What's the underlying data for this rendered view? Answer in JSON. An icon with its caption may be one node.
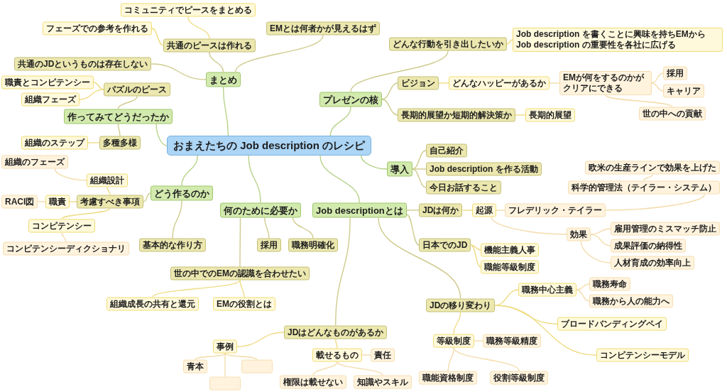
{
  "diagram": {
    "nodes": [
      {
        "text": [
          "おまえたちの Job description のレシピ"
        ]
      },
      {
        "text": [
          "まとめ"
        ]
      },
      {
        "text": [
          "共通のJDというものは存在しない"
        ]
      },
      {
        "text": [
          "共通のピースは作れる"
        ]
      },
      {
        "text": [
          "コミュニティでピースをまとめる"
        ]
      },
      {
        "text": [
          "フェーズでの参考を作れる"
        ]
      },
      {
        "text": [
          "EMとは何者かが見えるはず"
        ]
      },
      {
        "text": [
          "作ってみてどうだったか"
        ]
      },
      {
        "text": [
          "パズルのピース"
        ]
      },
      {
        "text": [
          "職責とコンピテンシー"
        ]
      },
      {
        "text": [
          "組織フェーズ"
        ]
      },
      {
        "text": [
          "多種多様"
        ]
      },
      {
        "text": [
          "組織のステップ"
        ]
      },
      {
        "text": [
          "どう作るのか"
        ]
      },
      {
        "text": [
          "考慮すべき事項"
        ]
      },
      {
        "text": [
          "組織設計"
        ]
      },
      {
        "text": [
          "組織のフェーズ"
        ]
      },
      {
        "text": [
          "職責"
        ]
      },
      {
        "text": [
          "RACI図"
        ]
      },
      {
        "text": [
          "コンピテンシー"
        ]
      },
      {
        "text": [
          "コンピテンシーディクショナリ"
        ]
      },
      {
        "text": [
          "基本的な作り方"
        ]
      },
      {
        "text": [
          "何のために必要か"
        ]
      },
      {
        "text": [
          "採用"
        ]
      },
      {
        "text": [
          "職務明確化"
        ]
      },
      {
        "text": [
          "世の中でのEMの認識を合わせたい"
        ]
      },
      {
        "text": [
          "組織成長の共有と還元"
        ]
      },
      {
        "text": [
          "EMの役割とは"
        ]
      },
      {
        "text": [
          "プレゼンの核"
        ]
      },
      {
        "text": [
          "どんな行動を引き出したいか"
        ]
      },
      {
        "text": [
          "Job description を書くことに興味を持ちEMから Job description の重要性を各社に広げる"
        ]
      },
      {
        "text": [
          "ビジョン"
        ]
      },
      {
        "text": [
          "どんなハッピーがあるか"
        ]
      },
      {
        "text": [
          "EMが何をするのかがクリアにできる"
        ]
      },
      {
        "text": [
          "採用"
        ]
      },
      {
        "text": [
          "キャリア"
        ]
      },
      {
        "text": [
          "世の中への貢献"
        ]
      },
      {
        "text": [
          "長期的展望か短期的解決策か"
        ]
      },
      {
        "text": [
          "長期的展望"
        ]
      },
      {
        "text": [
          "導入"
        ]
      },
      {
        "text": [
          "自己紹介"
        ]
      },
      {
        "text": [
          "Job description を作る活動"
        ]
      },
      {
        "text": [
          "今日お話すること"
        ]
      },
      {
        "text": [
          "Job descriptionとは"
        ]
      },
      {
        "text": [
          "JDは何か"
        ]
      },
      {
        "text": [
          "起源"
        ]
      },
      {
        "text": [
          "フレデリック・テイラー"
        ]
      },
      {
        "text": [
          "科学的管理法（テイラー・システム）"
        ]
      },
      {
        "text": [
          "欧米の生産ラインで効果を上げた"
        ]
      },
      {
        "text": [
          "効果"
        ]
      },
      {
        "text": [
          "雇用管理のミスマッチ防止"
        ]
      },
      {
        "text": [
          "成果評価の納得性"
        ]
      },
      {
        "text": [
          "人材育成の効率向上"
        ]
      },
      {
        "text": [
          "日本でのJD"
        ]
      },
      {
        "text": [
          "機能主義人事"
        ]
      },
      {
        "text": [
          "職能等級制度"
        ]
      },
      {
        "text": [
          "JDはどんなものがあるか"
        ]
      },
      {
        "text": [
          "事例"
        ]
      },
      {
        "text": [
          "青本"
        ]
      },
      {
        "text": [],
        "shape": "box"
      },
      {
        "text": [],
        "shape": "box"
      },
      {
        "text": [
          "載せるもの"
        ]
      },
      {
        "text": [
          "権限は載せない"
        ]
      },
      {
        "text": [
          "知識やスキル"
        ]
      },
      {
        "text": [
          "責任"
        ]
      },
      {
        "text": [
          "JDの移り変わり"
        ]
      },
      {
        "text": [
          "職務中心主義"
        ]
      },
      {
        "text": [
          "職務寿命"
        ]
      },
      {
        "text": [
          "職務から人の能力へ"
        ]
      },
      {
        "text": [
          "ブロードバンディングペイ"
        ]
      },
      {
        "text": [
          "等級制度"
        ]
      },
      {
        "text": [
          "職務等級精度"
        ]
      },
      {
        "text": [
          "職能資格制度"
        ]
      },
      {
        "text": [
          "役割等級制度"
        ]
      },
      {
        "text": [
          "コンピテンシーモデル"
        ]
      }
    ],
    "edges": [
      {
        "from": 0,
        "to": 1,
        "arrow": "none"
      },
      {
        "from": 1,
        "to": 2,
        "arrow": "none"
      },
      {
        "from": 1,
        "to": 3,
        "arrow": "none"
      },
      {
        "from": 3,
        "to": 4,
        "arrow": "none"
      },
      {
        "from": 3,
        "to": 5,
        "arrow": "none"
      },
      {
        "from": 1,
        "to": 6,
        "arrow": "none"
      },
      {
        "from": 0,
        "to": 7,
        "arrow": "none"
      },
      {
        "from": 7,
        "to": 8,
        "arrow": "none"
      },
      {
        "from": 8,
        "to": 9,
        "arrow": "none"
      },
      {
        "from": 8,
        "to": 10,
        "arrow": "none"
      },
      {
        "from": 7,
        "to": 11,
        "arrow": "none"
      },
      {
        "from": 11,
        "to": 12,
        "arrow": "none"
      },
      {
        "from": 0,
        "to": 13,
        "arrow": "none"
      },
      {
        "from": 13,
        "to": 14,
        "arrow": "none"
      },
      {
        "from": 14,
        "to": 15,
        "arrow": "none"
      },
      {
        "from": 15,
        "to": 16,
        "arrow": "none"
      },
      {
        "from": 14,
        "to": 17,
        "arrow": "none"
      },
      {
        "from": 17,
        "to": 18,
        "arrow": "none"
      },
      {
        "from": 14,
        "to": 19,
        "arrow": "none"
      },
      {
        "from": 19,
        "to": 20,
        "arrow": "none"
      },
      {
        "from": 13,
        "to": 21,
        "arrow": "none"
      },
      {
        "from": 0,
        "to": 22,
        "arrow": "none"
      },
      {
        "from": 22,
        "to": 23,
        "arrow": "none"
      },
      {
        "from": 22,
        "to": 24,
        "arrow": "none"
      },
      {
        "from": 22,
        "to": 25,
        "arrow": "none"
      },
      {
        "from": 25,
        "to": 26,
        "arrow": "none"
      },
      {
        "from": 25,
        "to": 27,
        "arrow": "none"
      },
      {
        "from": 0,
        "to": 28,
        "arrow": "none"
      },
      {
        "from": 28,
        "to": 29,
        "arrow": "none"
      },
      {
        "from": 29,
        "to": 30,
        "arrow": "none"
      },
      {
        "from": 28,
        "to": 31,
        "arrow": "none"
      },
      {
        "from": 31,
        "to": 32,
        "arrow": "none"
      },
      {
        "from": 32,
        "to": 33,
        "arrow": "none"
      },
      {
        "from": 33,
        "to": 34,
        "arrow": "none"
      },
      {
        "from": 33,
        "to": 35,
        "arrow": "none"
      },
      {
        "from": 33,
        "to": 36,
        "arrow": "none"
      },
      {
        "from": 28,
        "to": 37,
        "arrow": "none"
      },
      {
        "from": 37,
        "to": 38,
        "arrow": "none"
      },
      {
        "from": 0,
        "to": 39,
        "arrow": "none"
      },
      {
        "from": 39,
        "to": 40,
        "arrow": "none"
      },
      {
        "from": 39,
        "to": 41,
        "arrow": "none"
      },
      {
        "from": 39,
        "to": 42,
        "arrow": "none"
      },
      {
        "from": 0,
        "to": 43,
        "arrow": "none"
      },
      {
        "from": 43,
        "to": 44,
        "arrow": "none"
      },
      {
        "from": 44,
        "to": 45,
        "arrow": "none"
      },
      {
        "from": 45,
        "to": 46,
        "arrow": "none"
      },
      {
        "from": 46,
        "to": 47,
        "arrow": "none"
      },
      {
        "from": 47,
        "to": 48,
        "arrow": "none"
      },
      {
        "from": 45,
        "to": 49,
        "arrow": "none"
      },
      {
        "from": 49,
        "to": 50,
        "arrow": "none"
      },
      {
        "from": 49,
        "to": 51,
        "arrow": "none"
      },
      {
        "from": 49,
        "to": 52,
        "arrow": "none"
      },
      {
        "from": 43,
        "to": 53,
        "arrow": "none"
      },
      {
        "from": 53,
        "to": 54,
        "arrow": "none"
      },
      {
        "from": 53,
        "to": 55,
        "arrow": "none"
      },
      {
        "from": 43,
        "to": 56,
        "arrow": "none"
      },
      {
        "from": 56,
        "to": 57,
        "arrow": "none"
      },
      {
        "from": 57,
        "to": 58,
        "arrow": "none"
      },
      {
        "from": 57,
        "to": 59,
        "arrow": "none"
      },
      {
        "from": 57,
        "to": 60,
        "arrow": "none"
      },
      {
        "from": 56,
        "to": 61,
        "arrow": "none"
      },
      {
        "from": 61,
        "to": 62,
        "arrow": "none"
      },
      {
        "from": 61,
        "to": 63,
        "arrow": "none"
      },
      {
        "from": 61,
        "to": 64,
        "arrow": "none"
      },
      {
        "from": 43,
        "to": 65,
        "arrow": "none"
      },
      {
        "from": 65,
        "to": 66,
        "arrow": "none"
      },
      {
        "from": 66,
        "to": 67,
        "arrow": "none"
      },
      {
        "from": 66,
        "to": 68,
        "arrow": "none"
      },
      {
        "from": 65,
        "to": 69,
        "arrow": "none"
      },
      {
        "from": 65,
        "to": 70,
        "arrow": "none"
      },
      {
        "from": 70,
        "to": 71,
        "arrow": "none"
      },
      {
        "from": 70,
        "to": 72,
        "arrow": "none"
      },
      {
        "from": 70,
        "to": 73,
        "arrow": "none"
      },
      {
        "from": 65,
        "to": 74,
        "arrow": "none"
      }
    ]
  }
}
